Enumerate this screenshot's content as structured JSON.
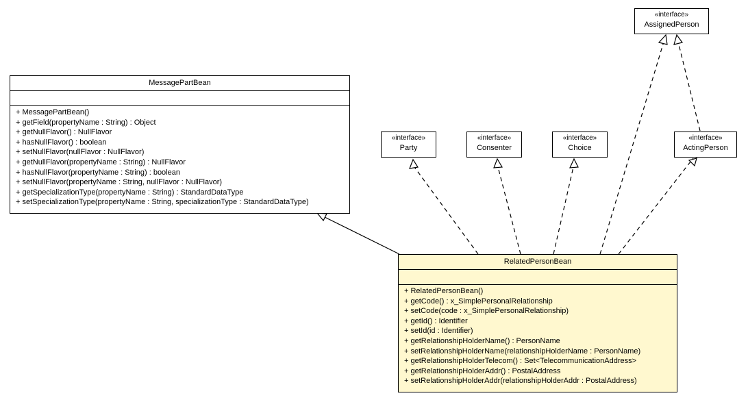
{
  "classes": {
    "message_part_bean": {
      "name": "MessagePartBean",
      "operations": [
        "+ MessagePartBean()",
        "+ getField(propertyName : String) : Object",
        "+ getNullFlavor() : NullFlavor",
        "+ hasNullFlavor() : boolean",
        "+ setNullFlavor(nullFlavor : NullFlavor)",
        "+ getNullFlavor(propertyName : String) : NullFlavor",
        "+ hasNullFlavor(propertyName : String) : boolean",
        "+ setNullFlavor(propertyName : String, nullFlavor : NullFlavor)",
        "+ getSpecializationType(propertyName : String) : StandardDataType",
        "+ setSpecializationType(propertyName : String, specializationType : StandardDataType)"
      ]
    },
    "related_person_bean": {
      "name": "RelatedPersonBean",
      "operations": [
        "+ RelatedPersonBean()",
        "+ getCode() : x_SimplePersonalRelationship",
        "+ setCode(code : x_SimplePersonalRelationship)",
        "+ getId() : Identifier",
        "+ setId(id : Identifier)",
        "+ getRelationshipHolderName() : PersonName",
        "+ setRelationshipHolderName(relationshipHolderName : PersonName)",
        "+ getRelationshipHolderTelecom() : Set<TelecommunicationAddress>",
        "+ getRelationshipHolderAddr() : PostalAddress",
        "+ setRelationshipHolderAddr(relationshipHolderAddr : PostalAddress)"
      ]
    }
  },
  "interfaces": {
    "stereotype": "«interface»",
    "assigned_person": "AssignedPerson",
    "party": "Party",
    "consenter": "Consenter",
    "choice": "Choice",
    "acting_person": "ActingPerson"
  },
  "colors": {
    "highlight": "#fff8cf",
    "line": "#000000"
  }
}
